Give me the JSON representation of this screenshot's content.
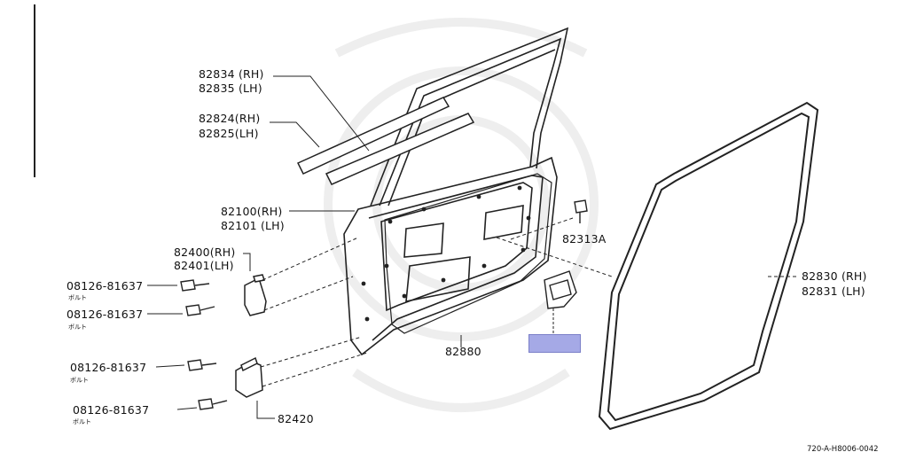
{
  "parts": {
    "p82834": "82834 (RH)",
    "p82835": "82835 (LH)",
    "p82824": "82824(RH)",
    "p82825": "82825(LH)",
    "p82100": "82100(RH)",
    "p82101": "82101 (LH)",
    "p82400": "82400(RH)",
    "p82401": "82401(LH)",
    "p82313a": "82313A",
    "p82830": "82830 (RH)",
    "p82831": "82831 (LH)",
    "p82880": "82880",
    "p82420": "82420"
  },
  "bolts": [
    {
      "number": "08126-81637",
      "note": "ボルト"
    },
    {
      "number": "08126-81637",
      "note": "ボルト"
    },
    {
      "number": "08126-81637",
      "note": "ボルト"
    },
    {
      "number": "08126-81637",
      "note": "ボルト"
    }
  ],
  "figure_code": "720-A-H8006-0042",
  "highlight_color": "#a5a9e6"
}
